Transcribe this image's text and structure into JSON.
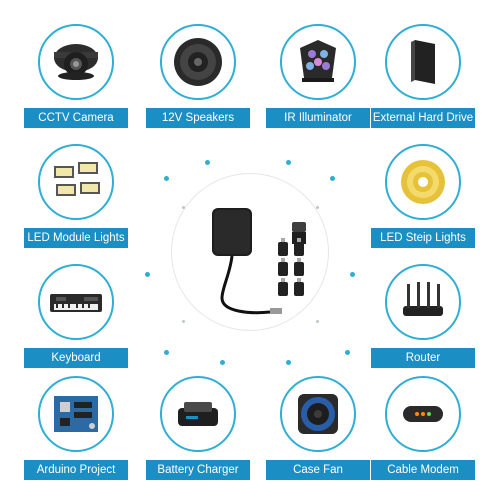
{
  "accent": "#1b8fc4",
  "ring_color": "#2eaed4",
  "center_product": {
    "icon": "power-adapter-with-dc-plugs-icon"
  },
  "tiles": [
    {
      "label": "CCTV Camera",
      "icon": "cctv-camera-icon"
    },
    {
      "label": "12V Speakers",
      "icon": "speaker-icon"
    },
    {
      "label": "IR Illuminator",
      "icon": "ir-illuminator-icon"
    },
    {
      "label": "External Hard Drive",
      "icon": "hard-drive-icon"
    },
    {
      "label": "LED Module Lights",
      "icon": "led-module-icon"
    },
    {
      "label": "LED Steip Lights",
      "icon": "led-strip-icon"
    },
    {
      "label": "Keyboard",
      "icon": "keyboard-icon"
    },
    {
      "label": "Router",
      "icon": "router-icon"
    },
    {
      "label": "Arduino Project",
      "icon": "circuit-board-icon"
    },
    {
      "label": "Battery Charger",
      "icon": "battery-charger-icon"
    },
    {
      "label": "Case Fan",
      "icon": "case-fan-icon"
    },
    {
      "label": "Cable Modem",
      "icon": "cable-modem-icon"
    }
  ]
}
